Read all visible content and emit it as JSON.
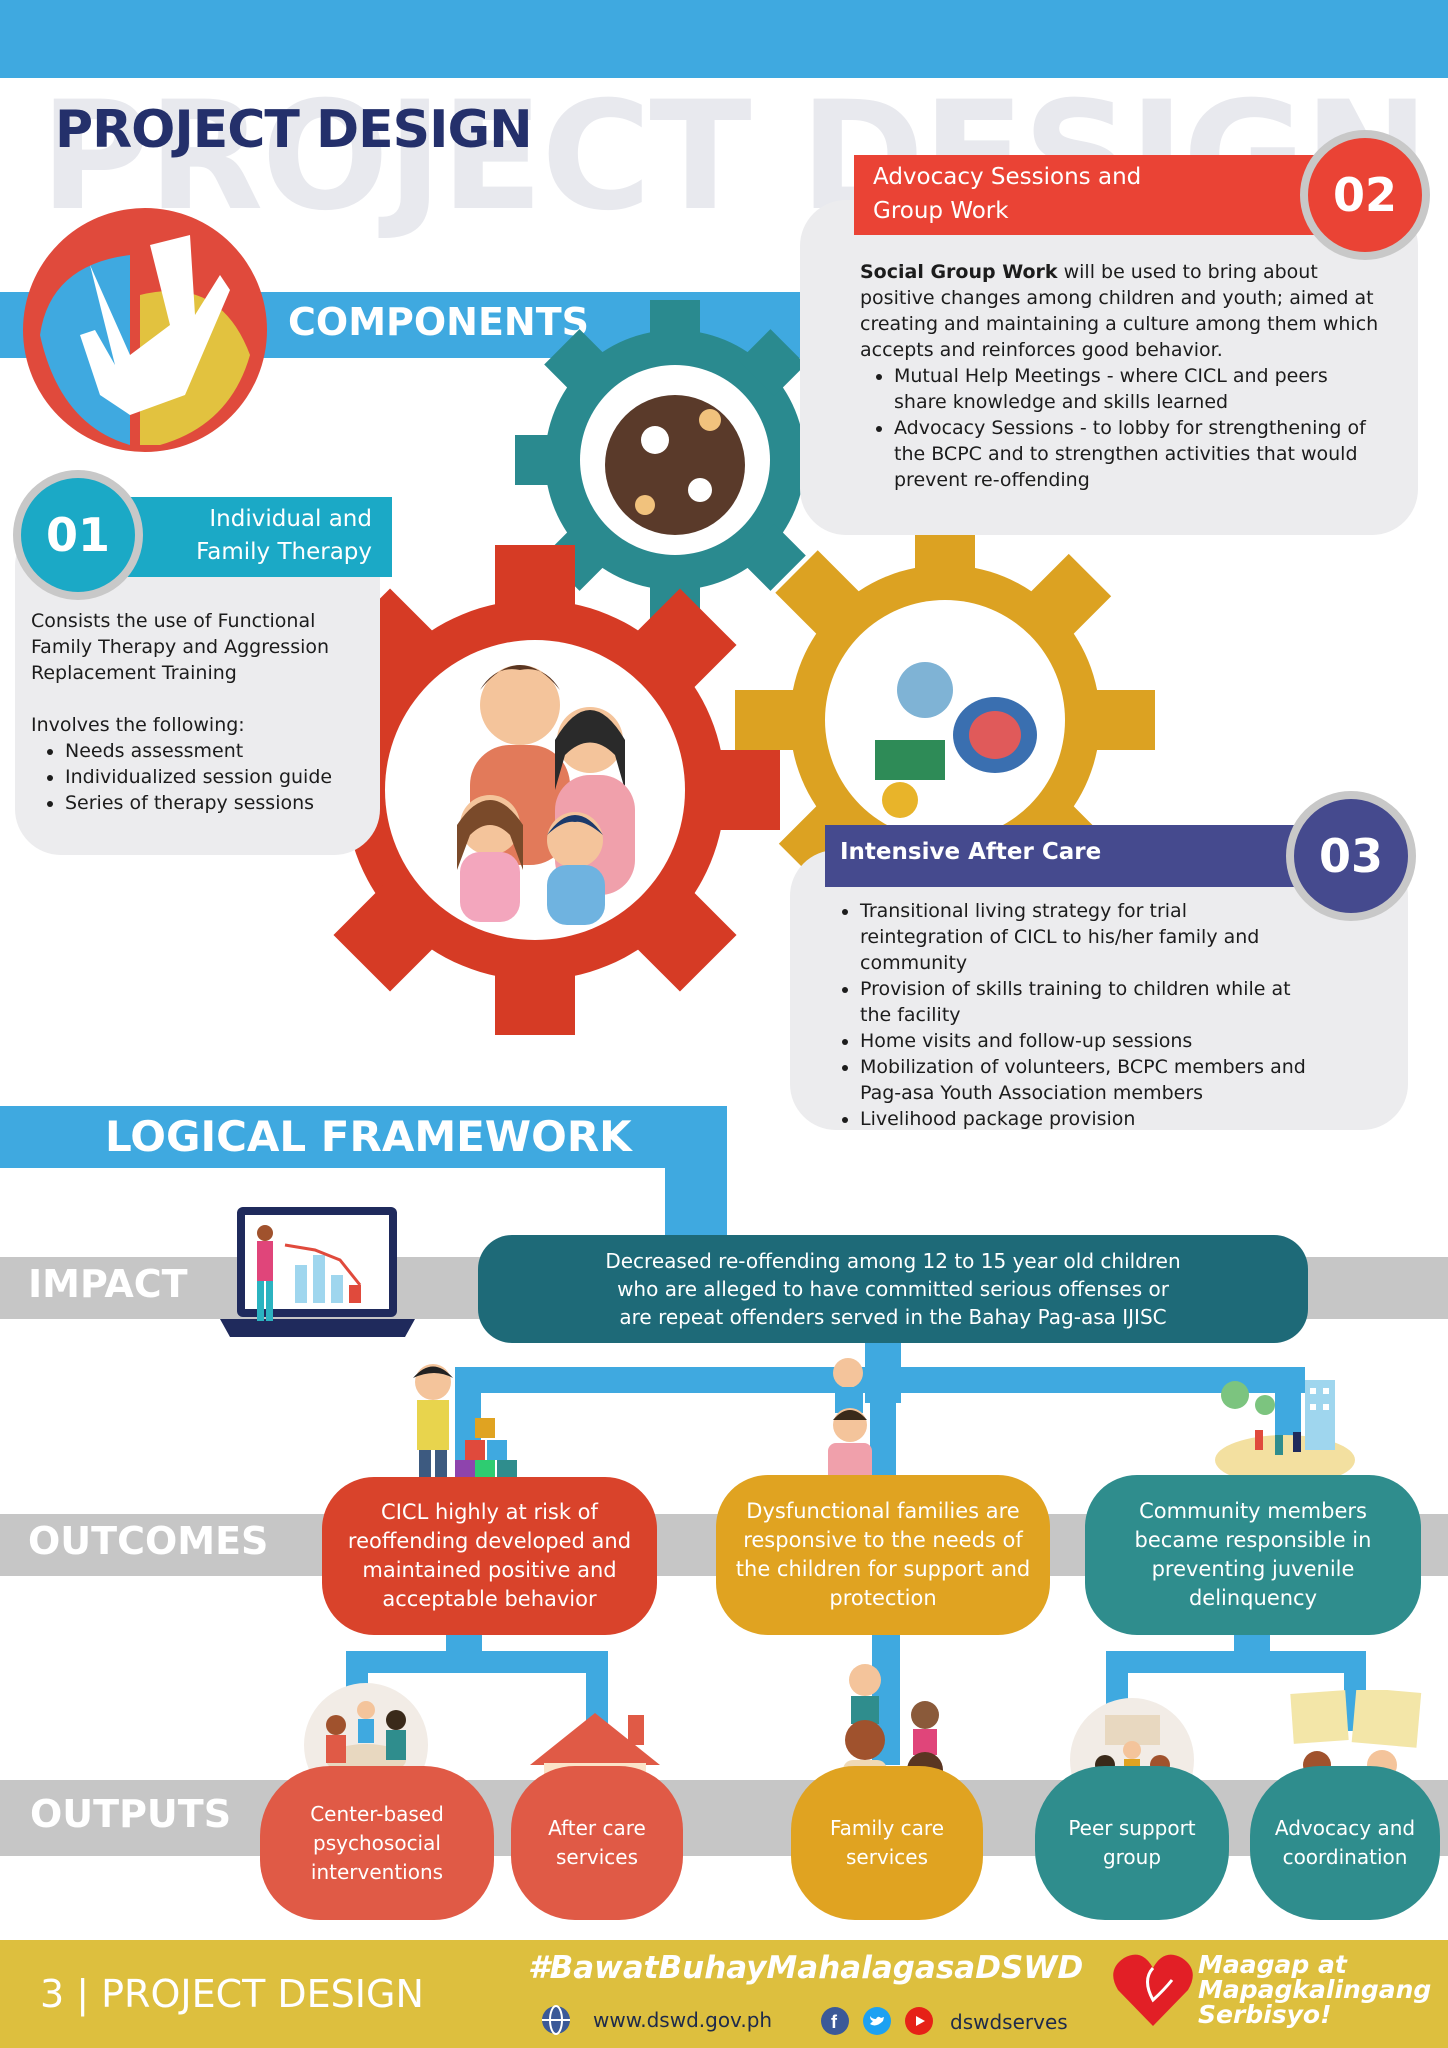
{
  "page": {
    "watermark": "PROJECT DESIGN",
    "title": "PROJECT DESIGN",
    "components_label": "COMPONENTS"
  },
  "components": [
    {
      "number": "01",
      "title": "Individual and Family Therapy",
      "title_line1": "Individual and",
      "title_line2": "Family Therapy",
      "desc_line1": "Consists the use of Functional",
      "desc_line2": "Family Therapy and Aggression",
      "desc_line3": "Replacement Training",
      "involves": "Involves the following:",
      "items": [
        "Needs assessment",
        "Individualized session guide",
        "Series of therapy sessions"
      ],
      "color": "#1ba9c6"
    },
    {
      "number": "02",
      "title_line1": "Advocacy Sessions and",
      "title_line2": "Group Work",
      "desc_bold": "Social Group Work",
      "desc_rest": " will be used to bring about positive changes among children and youth; aimed at creating and maintaining a culture among them which accepts and reinforces good behavior.",
      "items": [
        "Mutual Help Meetings - where CICL and peers share knowledge and skills learned",
        "Advocacy Sessions  - to lobby for strengthening of the BCPC and to strengthen activities that would prevent re-offending"
      ],
      "color": "#ea4335"
    },
    {
      "number": "03",
      "title": "Intensive After Care",
      "items": [
        "Transitional living strategy for trial reintegration of CICL to his/her family and community",
        "Provision of skills training to children while at the facility",
        "Home visits and follow-up sessions",
        "Mobilization of volunteers, BCPC members and Pag-asa Youth Association members",
        "Livelihood package provision"
      ],
      "color": "#454a8e"
    }
  ],
  "framework": {
    "title": "LOGICAL FRAMEWORK",
    "impact_label": "IMPACT",
    "impact_text": "Decreased re-offending among 12 to 15 year old children who are alleged to have committed serious offenses or are repeat offenders served in the Bahay Pag-asa IJISC",
    "outcomes_label": "OUTCOMES",
    "outcomes": [
      {
        "text": "CICL highly at risk of reoffending developed and maintained positive and acceptable behavior",
        "color": "#d9432b"
      },
      {
        "text": "Dysfunctional families are responsive to the needs of the children for support and protection",
        "color": "#e0a321"
      },
      {
        "text": "Community members became responsible in preventing juvenile delinquency",
        "color": "#2f8d8d"
      }
    ],
    "outputs_label": "OUTPUTS",
    "outputs": [
      {
        "text": "Center-based psychosocial interventions",
        "color": "#e05a46"
      },
      {
        "text": "After care services",
        "color": "#e05a46"
      },
      {
        "text": "Family care services",
        "color": "#e0a321"
      },
      {
        "text": "Peer support group",
        "color": "#2f8d8d"
      },
      {
        "text": "Advocacy and coordination",
        "color": "#2f8d8d"
      }
    ]
  },
  "footer": {
    "page_label": "3 | PROJECT DESIGN",
    "hashtag": "#BawatBuhayMahalagasaDSWD",
    "website": "www.dswd.gov.ph",
    "social": "dswdserves",
    "tagline_line1": "Maagap at",
    "tagline_line2": "Mapagkalingang",
    "tagline_line3": "Serbisyo!"
  },
  "colors": {
    "blue": "#3fa9e0",
    "navy": "#24306b",
    "grey_band": "#c6c6c6",
    "footer": "#ddbf3e",
    "red_gear": "#d63b25",
    "teal_gear": "#2a8a8f",
    "gold_gear": "#dca222"
  }
}
